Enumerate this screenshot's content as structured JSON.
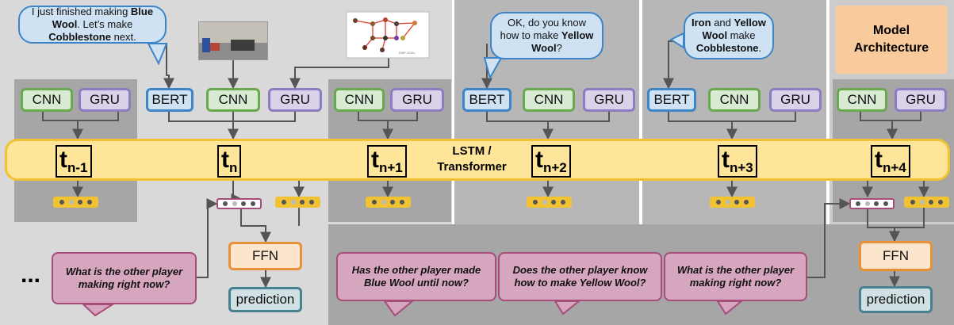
{
  "modules": {
    "cnn": "CNN",
    "gru": "GRU",
    "bert": "BERT",
    "ffn": "FFN",
    "prediction": "prediction"
  },
  "timesteps": [
    {
      "base": "t",
      "sub": "n-1"
    },
    {
      "base": "t",
      "sub": "n"
    },
    {
      "base": "t",
      "sub": "n+1"
    },
    {
      "base": "t",
      "sub": "n+2"
    },
    {
      "base": "t",
      "sub": "n+3"
    },
    {
      "base": "t",
      "sub": "n+4"
    }
  ],
  "core": {
    "line1": "LSTM /",
    "line2": "Transformer"
  },
  "dialogue": {
    "d1": {
      "p1": "I just finished making ",
      "b1": "Blue Wool",
      "p2": ". Let’s make ",
      "b2": "Cobblestone",
      "p3": " next."
    },
    "d2": {
      "p1": "OK, do you know how to make ",
      "b1": "Yellow Wool",
      "p2": "?"
    },
    "d3": {
      "b1": "Iron",
      "p1": " and ",
      "b2": "Yellow Wool",
      "p2": " make ",
      "b3": "Cobblestone",
      "p3": "."
    }
  },
  "questions": {
    "q1": "What is the other player making right now?",
    "q2": "Has the other player made Blue Wool until now?",
    "q3": "Does the other player know how to make Yellow Wool?",
    "q4": "What is the other player making right now?"
  },
  "ellipsis": "...",
  "architecture_label": {
    "line1": "Model",
    "line2": "Architecture"
  },
  "graph_caption": "EMP GOAL",
  "colors": {
    "cnn": "#6aa84f",
    "gru": "#8e7cc3",
    "bert": "#3d85c6",
    "ffn": "#e69138",
    "prediction": "#45818e",
    "timeline": "#f1c232",
    "question": "#a64d79",
    "architecture": "#f9cb9c"
  }
}
